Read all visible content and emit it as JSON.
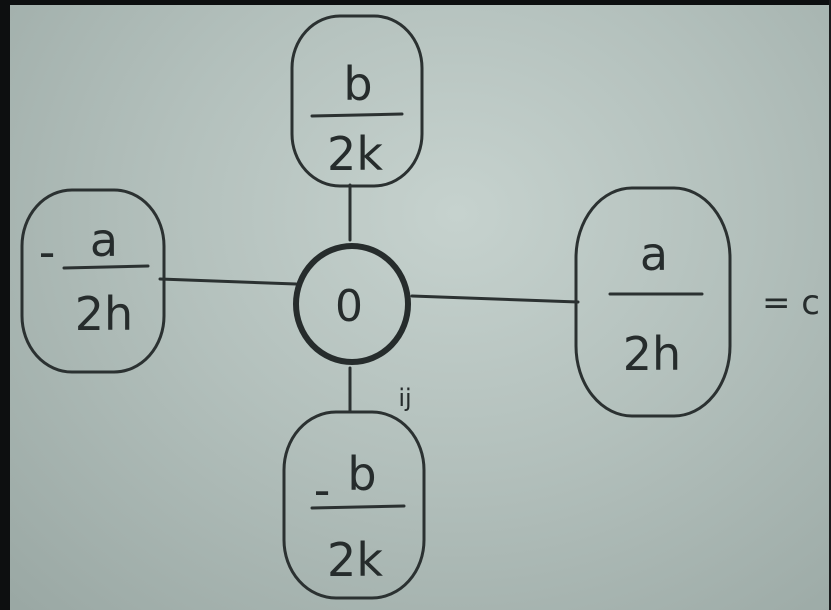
{
  "nodes": {
    "top": {
      "numerator": "b",
      "denominator": "2k",
      "sign": ""
    },
    "left": {
      "numerator": "a",
      "denominator": "2h",
      "sign": "-"
    },
    "right": {
      "numerator": "a",
      "denominator": "2h",
      "sign": ""
    },
    "bottom": {
      "numerator": "b",
      "denominator": "2k",
      "sign": "-"
    },
    "center": {
      "label": "0",
      "index": "ij"
    }
  },
  "equals": "= c",
  "colors": {
    "paper": "#b3c0bc",
    "ink": "#2b3131"
  }
}
